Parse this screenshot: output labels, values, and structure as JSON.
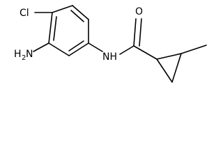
{
  "molecule": {
    "atoms": {
      "chloro": "Cl",
      "amino_main": "H",
      "amino_sub": "2",
      "amino_n": "N",
      "amide_nh": "NH",
      "carbonyl_o": "O"
    }
  }
}
